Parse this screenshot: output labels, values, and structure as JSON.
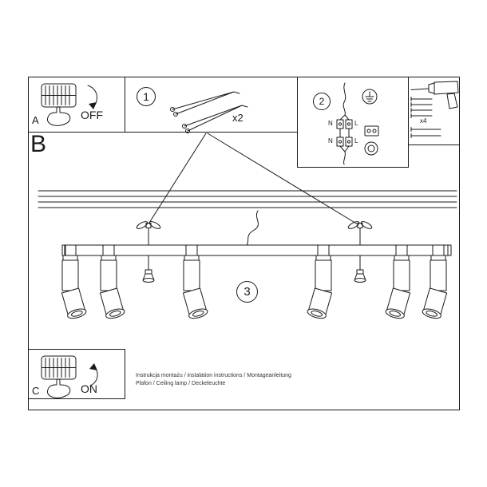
{
  "panel_a": {
    "letter": "A",
    "action": "OFF"
  },
  "panel_b": {
    "letter": "B"
  },
  "panel_c": {
    "letter": "C",
    "action": "ON"
  },
  "step_1": {
    "number": "1",
    "quantity": "x2"
  },
  "step_2": {
    "number": "2",
    "wire_labels": {
      "n_top": "N",
      "l_top": "L",
      "n_bottom": "N",
      "l_bottom": "L"
    }
  },
  "step_3": {
    "number": "3"
  },
  "tools": {
    "quantity": "x4"
  },
  "footer": {
    "line1": "Instrukcja montażu / instalation instructions / Montageanleitung",
    "line2": "Plafon / Ceiling lamp / Deckeleuchte"
  },
  "colors": {
    "line": "#1a1a1a",
    "background": "#ffffff"
  }
}
